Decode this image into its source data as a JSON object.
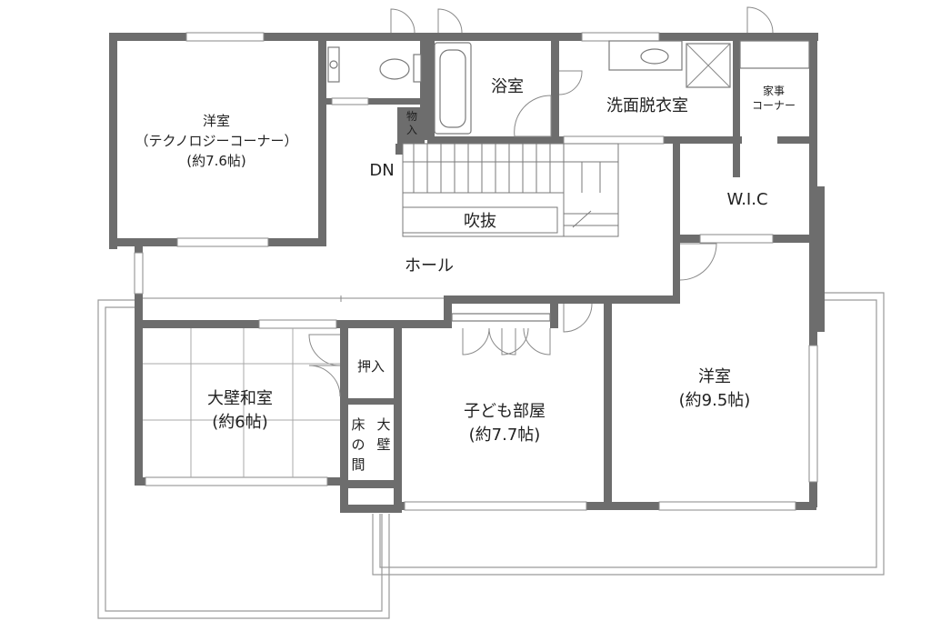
{
  "rooms": {
    "youshitsu_nw": {
      "name": "洋室",
      "subname": "（テクノロジーコーナー）",
      "size": "(約7.6帖)"
    },
    "bath": {
      "name": "浴室"
    },
    "senmen": {
      "name": "洗面脱衣室"
    },
    "kaji": {
      "line1": "家事",
      "line2": "コーナー"
    },
    "monoire": {
      "line1": "物",
      "line2": "入"
    },
    "wic": {
      "name": "W.I.C"
    },
    "fukinuke": {
      "name": "吹抜"
    },
    "hall": {
      "name": "ホール"
    },
    "down": {
      "name": "DN"
    },
    "washitsu": {
      "name": "大壁和室",
      "size": "(約6帖)"
    },
    "oshiire": {
      "name": "押入"
    },
    "tokonoma": {
      "col1a": "床",
      "col1b": "の",
      "col1c": "間",
      "col2a": "大",
      "col2b": "壁"
    },
    "kodomo": {
      "name": "子ども部屋",
      "size": "(約7.7帖)"
    },
    "youshitsu_e": {
      "name": "洋室",
      "size": "(約9.5帖)"
    }
  }
}
